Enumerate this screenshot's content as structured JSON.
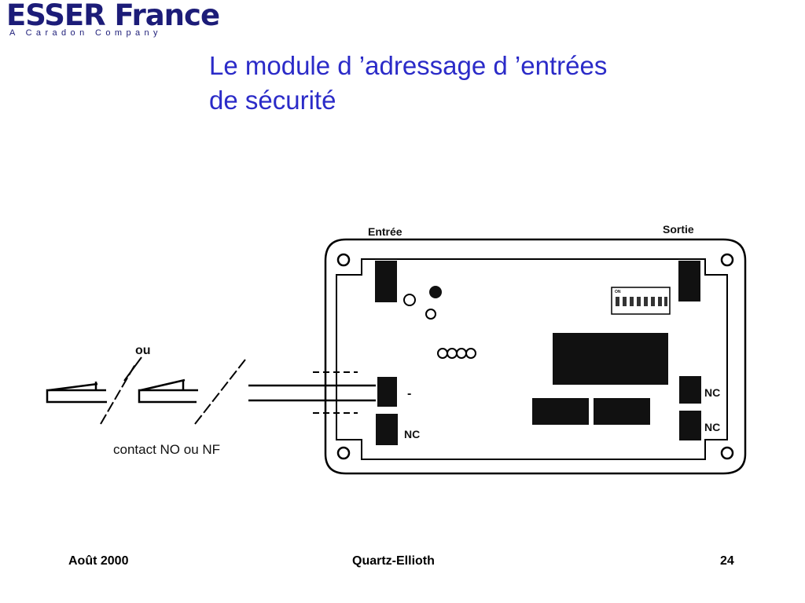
{
  "logo": {
    "name": "ESSER France",
    "subtitle": "A Caradon Company"
  },
  "slide": {
    "title_line1": "Le module d ’adressage d ’entrées",
    "title_line2": "de sécurité"
  },
  "diagram": {
    "label_entree": "Entrée",
    "label_sortie": "Sortie",
    "label_ou": "ou",
    "label_contact": "contact NO ou NF",
    "label_minus": "-",
    "label_nc": "NC",
    "label_on": "ON"
  },
  "footer": {
    "date": "Août 2000",
    "author": "Quartz-Ellioth",
    "page": "24"
  }
}
